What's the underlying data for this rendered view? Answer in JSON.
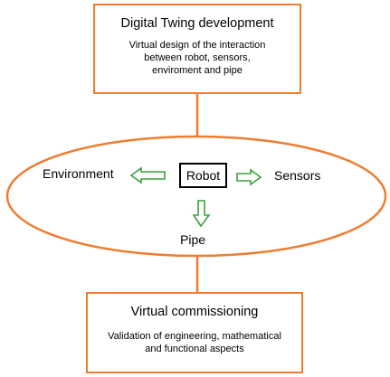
{
  "colors": {
    "box_border": "#ed7d31",
    "arrow_outline": "#3aa13a",
    "text": "#000000"
  },
  "top_box": {
    "title": "Digital Twing development",
    "line1": "Virtual design of the interaction",
    "line2": "between  robot, sensors,",
    "line3": "enviroment and pipe"
  },
  "ellipse": {
    "center": "Robot",
    "left": "Environment",
    "right": "Sensors",
    "bottom": "Pipe"
  },
  "bottom_box": {
    "title": "Virtual commissioning",
    "line1": "Validation of engineering, mathematical",
    "line2": "and functional aspects"
  }
}
